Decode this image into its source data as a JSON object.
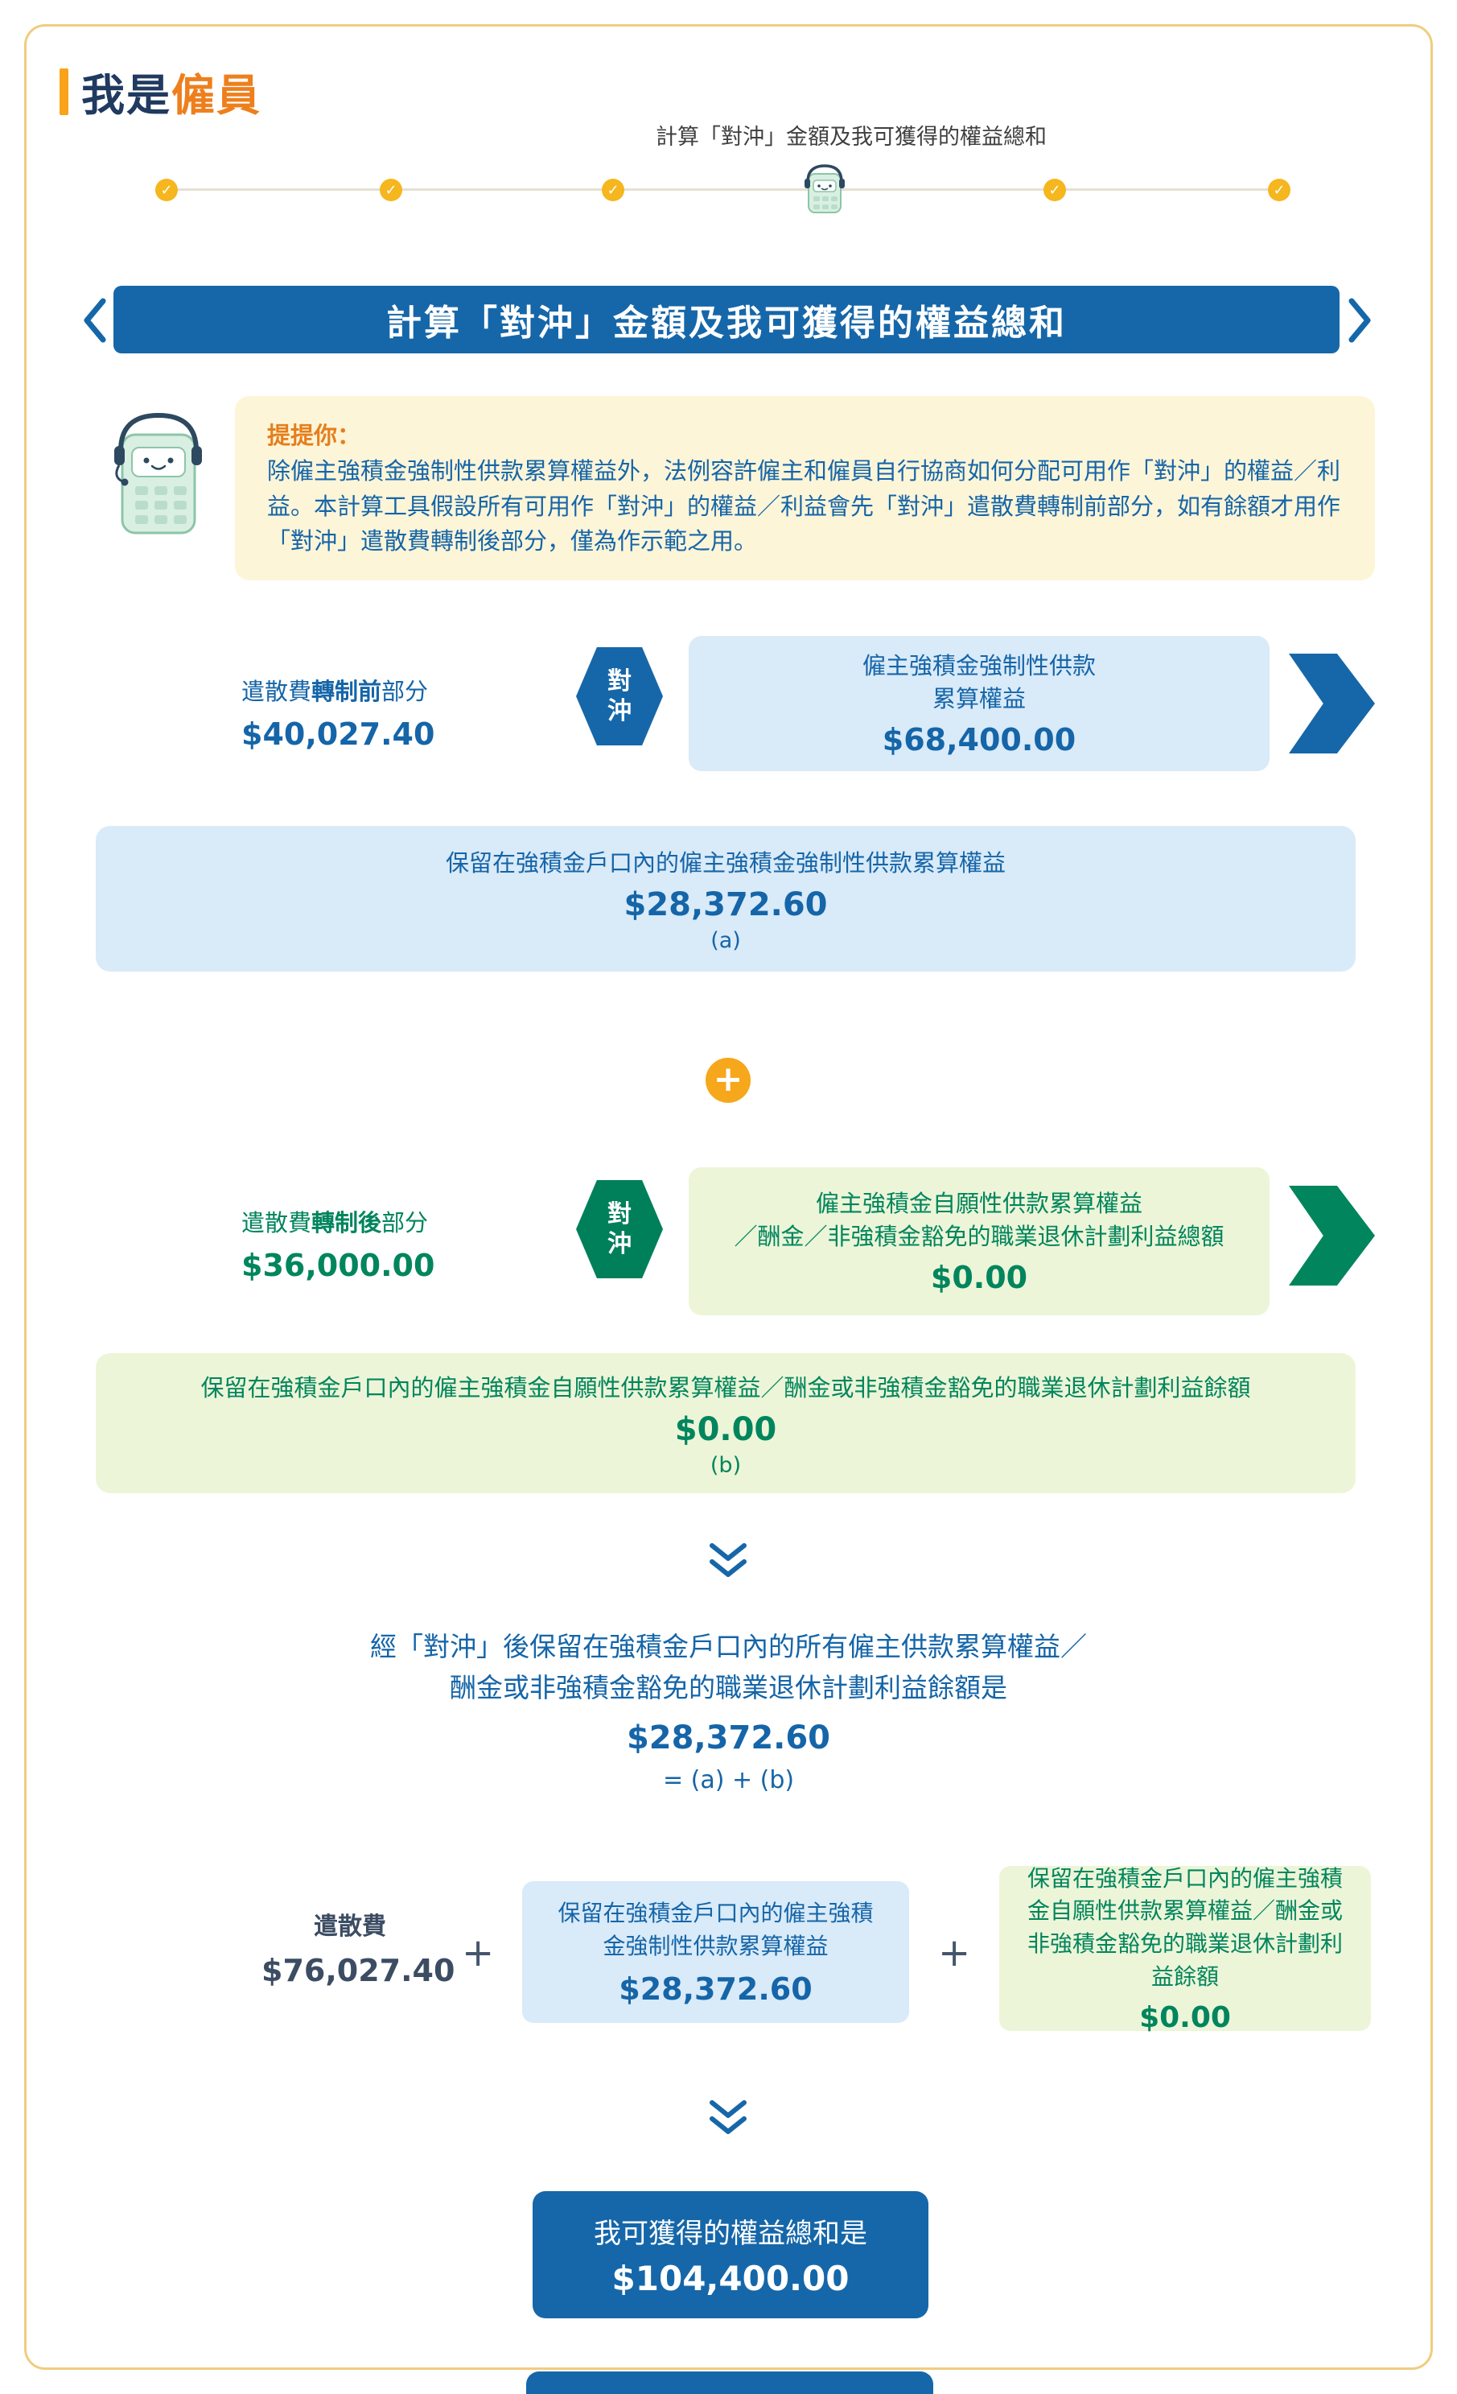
{
  "colors": {
    "primary_blue": "#1667a9",
    "text_blue": "#1565a8",
    "light_blue": "#d9eaf8",
    "green": "#00855d",
    "light_green": "#edf5d8",
    "accent_yellow": "#f6a71b",
    "cream": "#fdf5d8",
    "heading_orange": "#ee7f1d"
  },
  "icons": {
    "check": "✓",
    "plus": "+"
  },
  "header": {
    "title_prefix": "我是",
    "title_highlight": "僱員"
  },
  "stepper": {
    "label": "計算「對沖」金額及我可獲得的權益總和",
    "steps_completed": 5,
    "current_step_mascot": "calculator-mascot"
  },
  "section_banner": {
    "title": "計算「對沖」金額及我可獲得的權益總和"
  },
  "reminder": {
    "title": "提提你：",
    "body": "除僱主強積金強制性供款累算權益外，法例容許僱主和僱員自行協商如何分配可用作「對沖」的權益／利益。本計算工具假設所有可用作「對沖」的權益／利益會先「對沖」遣散費轉制前部分，如有餘額才用作「對沖」遣散費轉制後部分，僅為作示範之用。"
  },
  "pre_transition": {
    "label_prefix": "遣散費",
    "label_bold": "轉制前",
    "label_suffix": "部分",
    "amount": "$40,027.40",
    "offset_badge": "對沖",
    "benefit_line1": "僱主強積金強制性供款",
    "benefit_line2": "累算權益",
    "benefit_amount": "$68,400.00"
  },
  "result_a": {
    "title": "保留在強積金戶口內的僱主強積金強制性供款累算權益",
    "amount": "$28,372.60",
    "tag": "(a)"
  },
  "post_transition": {
    "label_prefix": "遣散費",
    "label_bold": "轉制後",
    "label_suffix": "部分",
    "amount": "$36,000.00",
    "offset_badge": "對沖",
    "benefit_line1": "僱主強積金自願性供款累算權益",
    "benefit_line2": "／酬金／非強積金豁免的職業退休計劃利益總額",
    "benefit_amount": "$0.00"
  },
  "result_b": {
    "title": "保留在強積金戶口內的僱主強積金自願性供款累算權益／酬金或非強積金豁免的職業退休計劃利益餘額",
    "amount": "$0.00",
    "tag": "(b)"
  },
  "summary": {
    "line1": "經「對沖」後保留在強積金戶口內的所有僱主供款累算權益／",
    "line2": "酬金或非強積金豁免的職業退休計劃利益餘額是",
    "amount": "$28,372.60",
    "formula": "= (a) + (b)"
  },
  "total_row": {
    "severance_label": "遣散費",
    "severance_amount": "$76,027.40",
    "mandatory_title": "保留在強積金戶口內的僱主強積金強制性供款累算權益",
    "mandatory_amount": "$28,372.60",
    "voluntary_title": "保留在強積金戶口內的僱主強積金自願性供款累算權益／酬金或非強積金豁免的職業退休計劃利益餘額",
    "voluntary_amount": "$0.00"
  },
  "final_total": {
    "title": "我可獲得的權益總和是",
    "amount": "$104,400.00"
  }
}
